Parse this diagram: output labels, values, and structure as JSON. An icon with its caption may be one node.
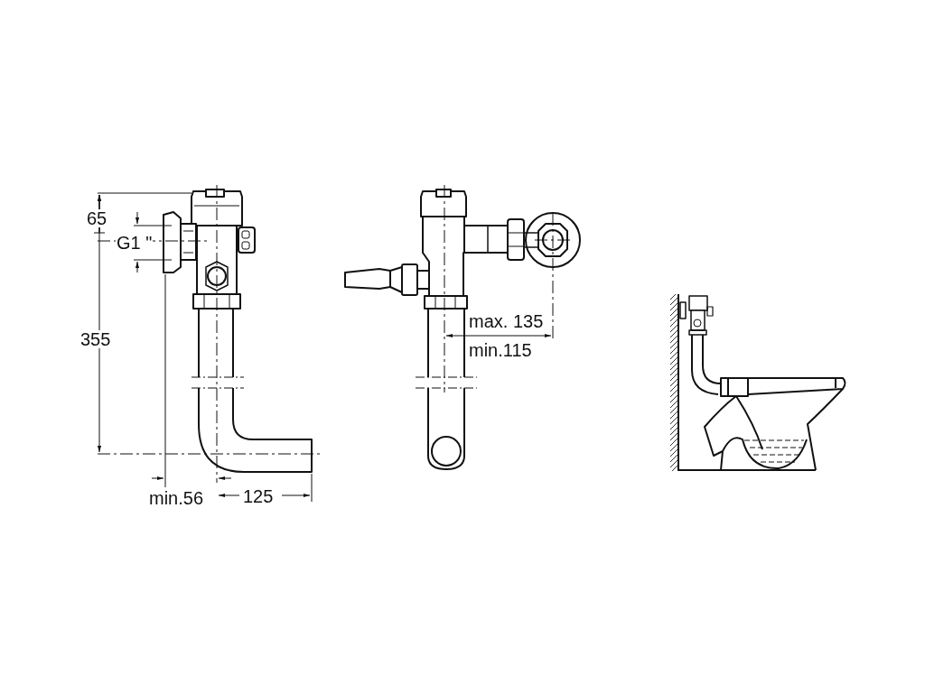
{
  "diagram": {
    "labels": [
      "65",
      "G1 \"",
      "355",
      "min.56",
      "125",
      "max. 135",
      "min.115"
    ]
  }
}
